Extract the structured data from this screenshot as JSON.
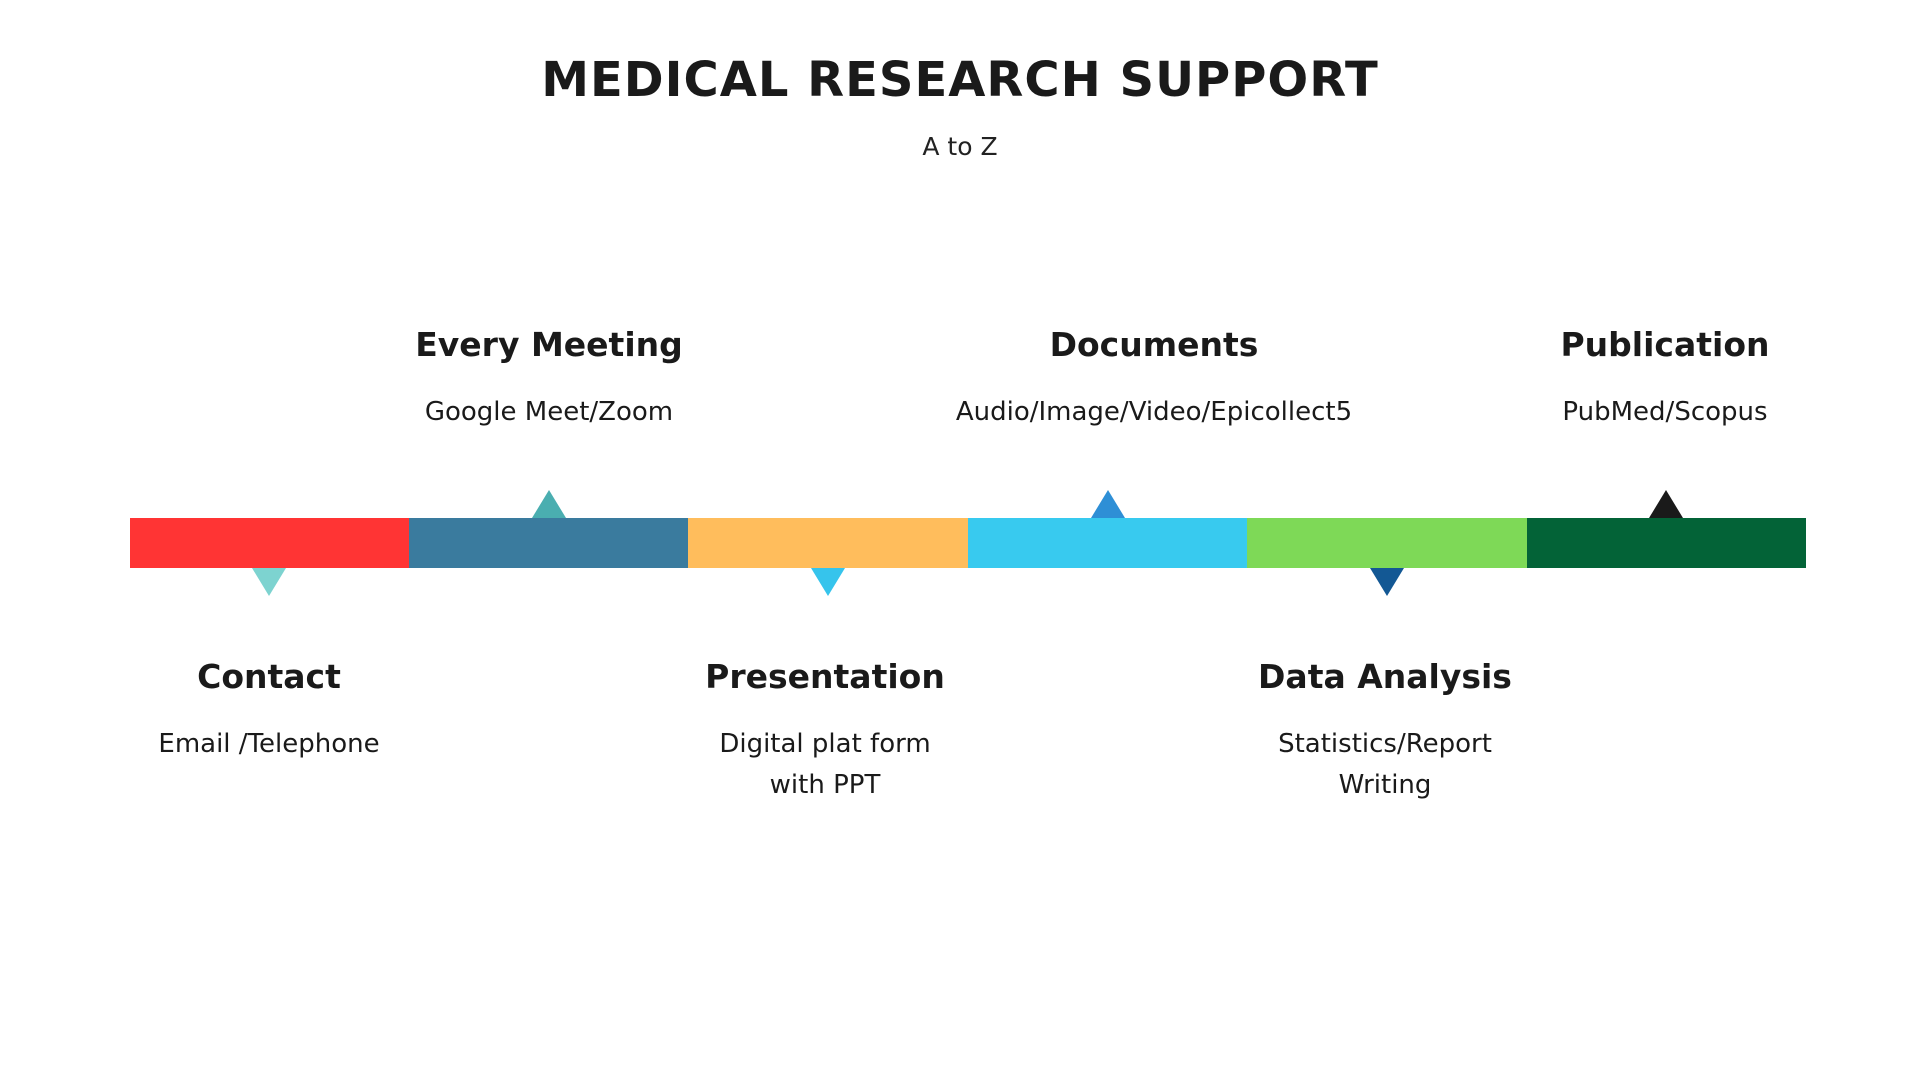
{
  "title": "MEDICAL RESEARCH SUPPORT",
  "subtitle": "A to Z",
  "steps": [
    {
      "heading": "Contact",
      "lines": [
        "Email /Telephone"
      ],
      "color": "#ff3434",
      "marker_color": "#7dd3d0",
      "marker": "down"
    },
    {
      "heading": "Every Meeting",
      "lines": [
        "Google Meet/Zoom"
      ],
      "color": "#3a7b9e",
      "marker_color": "#4aaeb0",
      "marker": "up"
    },
    {
      "heading": "Presentation",
      "lines": [
        "Digital plat form",
        "with PPT"
      ],
      "color": "#ffbd5c",
      "marker_color": "#36c4ec",
      "marker": "down"
    },
    {
      "heading": "Documents",
      "lines": [
        "Audio/Image/Video/Epicollect5"
      ],
      "color": "#38caef",
      "marker_color": "#2e8fd6",
      "marker": "up"
    },
    {
      "heading": "Data Analysis",
      "lines": [
        "Statistics/Report",
        "Writing"
      ],
      "color": "#7ed957",
      "marker_color": "#135894",
      "marker": "down"
    },
    {
      "heading": "Publication",
      "lines": [
        "PubMed/Scopus"
      ],
      "color": "#036337",
      "marker_color": "#1a1a1a",
      "marker": "up"
    }
  ]
}
